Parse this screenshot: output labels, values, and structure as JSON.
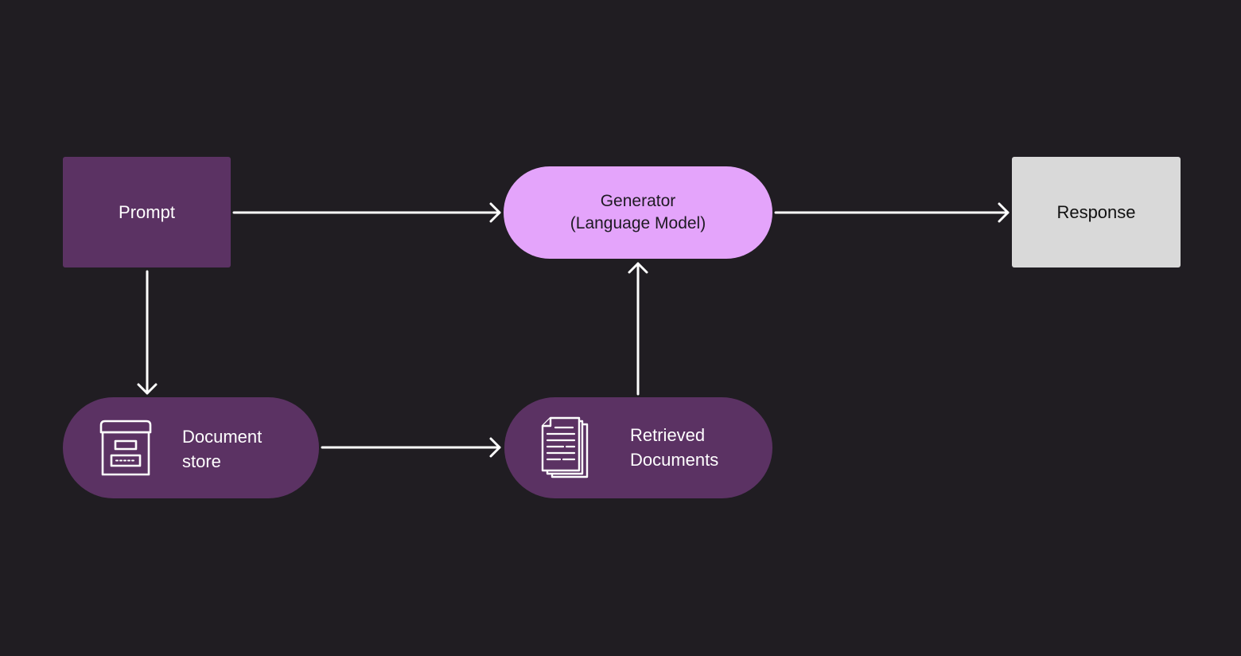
{
  "nodes": {
    "prompt": {
      "label": "Prompt"
    },
    "generator": {
      "line1": "Generator",
      "line2": "(Language Model)"
    },
    "response": {
      "label": "Response"
    },
    "document_store": {
      "line1": "Document",
      "line2": "store",
      "icon": "archive-box-icon"
    },
    "retrieved_documents": {
      "line1": "Retrieved",
      "line2": "Documents",
      "icon": "documents-stack-icon"
    }
  },
  "edges": [
    {
      "from": "Prompt",
      "to": "Generator (Language Model)"
    },
    {
      "from": "Generator (Language Model)",
      "to": "Response"
    },
    {
      "from": "Prompt",
      "to": "Document store"
    },
    {
      "from": "Document store",
      "to": "Retrieved Documents"
    },
    {
      "from": "Retrieved Documents",
      "to": "Generator (Language Model)"
    }
  ],
  "colors": {
    "background": "#201d22",
    "purple_node": "#5b3263",
    "generator_node": "#e4a4fb",
    "response_node": "#d9d9d9",
    "arrow": "#ffffff"
  }
}
